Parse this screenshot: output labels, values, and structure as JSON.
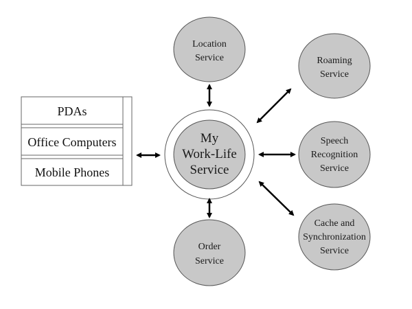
{
  "devices": {
    "items": [
      {
        "label": "PDAs"
      },
      {
        "label": "Office Computers"
      },
      {
        "label": "Mobile Phones"
      }
    ]
  },
  "center": {
    "lines": [
      "My",
      "Work-Life",
      "Service"
    ]
  },
  "services": [
    {
      "id": "location",
      "lines": [
        "Location",
        "Service"
      ]
    },
    {
      "id": "roaming",
      "lines": [
        "Roaming",
        "Service"
      ]
    },
    {
      "id": "speech",
      "lines": [
        "Speech",
        "Recognition",
        "Service"
      ]
    },
    {
      "id": "cache",
      "lines": [
        "Cache and",
        "Synchronization",
        "Service"
      ]
    },
    {
      "id": "order",
      "lines": [
        "Order",
        "Service"
      ]
    }
  ],
  "colors": {
    "node_fill": "#c8c8c8",
    "stroke": "#555555",
    "arrow": "#000000"
  }
}
